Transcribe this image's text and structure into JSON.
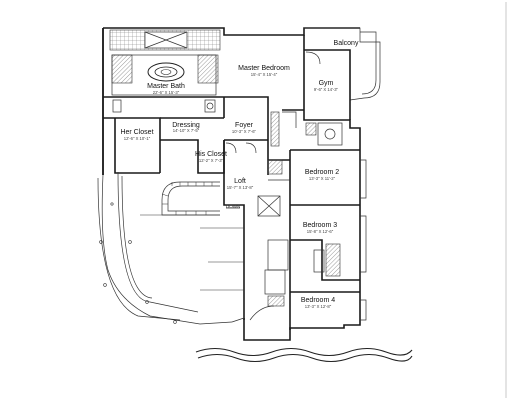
{
  "rooms": {
    "balcony": {
      "label": "Balcony"
    },
    "master_bedroom": {
      "label": "Master Bedroom",
      "dims": "15'-4\" X 15'-4\""
    },
    "gym": {
      "label": "Gym",
      "dims": "9'-6\" X 14'-3\""
    },
    "master_bath": {
      "label": "Master Bath",
      "dims": "22'-6\" X 15'-3\""
    },
    "dressing": {
      "label": "Dressing",
      "dims": "14'-10\" X 7'-5\""
    },
    "her_closet": {
      "label": "Her Closet",
      "dims": "12'-6\" X 10'-1\""
    },
    "foyer": {
      "label": "Foyer",
      "dims": "10'-3\" X 7'-6\""
    },
    "his_closet": {
      "label": "His Closet",
      "dims": "12'-2\" X 7'-3\""
    },
    "bedroom2": {
      "label": "Bedroom 2",
      "dims": "13'-3\" X 11'-2\""
    },
    "loft": {
      "label": "Loft",
      "dims": "15'-7\" X 13'-8\""
    },
    "bedroom3": {
      "label": "Bedroom 3",
      "dims": "15'-8\" X 12'-6\""
    },
    "bedroom4": {
      "label": "Bedroom 4",
      "dims": "13'-3\" X 12'-8\""
    }
  },
  "annotations": {
    "stair_down": "DOWN"
  },
  "colors": {
    "line": "#1a1a1a",
    "frame": "#bbbbbb",
    "background": "#ffffff"
  }
}
